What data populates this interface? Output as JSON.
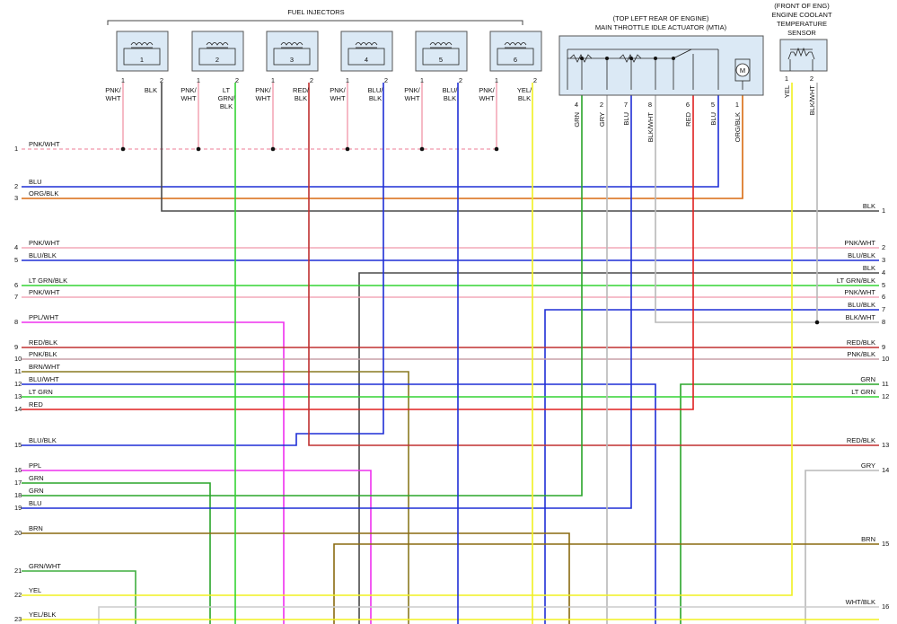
{
  "headers": {
    "fuel_injectors": "FUEL INJECTORS",
    "mtia_line1": "(TOP LEFT REAR OF ENGINE)",
    "mtia_line2": "MAIN THROTTLE IDLE ACTUATOR (MTIA)",
    "ect_line1": "(FRONT OF ENG)",
    "ect_line2": "ENGINE COOLANT",
    "ect_line3": "TEMPERATURE",
    "ect_line4": "SENSOR"
  },
  "injectors": [
    {
      "num": "1",
      "pin1": "1",
      "pin2": "2",
      "wire1": [
        "PNK/",
        "WHT"
      ],
      "wire2": [
        "BLK"
      ]
    },
    {
      "num": "2",
      "pin1": "1",
      "pin2": "2",
      "wire1": [
        "PNK/",
        "WHT"
      ],
      "wire2": [
        "LT",
        "GRN/",
        "BLK"
      ]
    },
    {
      "num": "3",
      "pin1": "1",
      "pin2": "2",
      "wire1": [
        "PNK/",
        "WHT"
      ],
      "wire2": [
        "RED/",
        "BLK"
      ]
    },
    {
      "num": "4",
      "pin1": "1",
      "pin2": "2",
      "wire1": [
        "PNK/",
        "WHT"
      ],
      "wire2": [
        "BLU/",
        "BLK"
      ]
    },
    {
      "num": "5",
      "pin1": "1",
      "pin2": "2",
      "wire1": [
        "PNK/",
        "WHT"
      ],
      "wire2": [
        "BLU/",
        "BLK"
      ]
    },
    {
      "num": "6",
      "pin1": "1",
      "pin2": "2",
      "wire1": [
        "PNK/",
        "WHT"
      ],
      "wire2": [
        "YEL/",
        "BLK"
      ]
    }
  ],
  "mtia_pins": [
    {
      "pin": "4",
      "wire": "GRN"
    },
    {
      "pin": "2",
      "wire": "GRY"
    },
    {
      "pin": "7",
      "wire": "BLU"
    },
    {
      "pin": "8",
      "wire": "BLK/WHT"
    },
    {
      "pin": "6",
      "wire": "RED"
    },
    {
      "pin": "5",
      "wire": "BLU"
    },
    {
      "pin": "1",
      "wire": "ORG/BLK"
    }
  ],
  "mtia_motor": "M",
  "ect_pins": [
    {
      "pin": "1",
      "wire": "YEL"
    },
    {
      "pin": "2",
      "wire": "BLK/WHT"
    }
  ],
  "left_pins": [
    {
      "num": "1",
      "label": "PNK/WHT"
    },
    {
      "num": "2",
      "label": "BLU"
    },
    {
      "num": "3",
      "label": "ORG/BLK"
    },
    {
      "num": "4",
      "label": "PNK/WHT"
    },
    {
      "num": "5",
      "label": "BLU/BLK"
    },
    {
      "num": "6",
      "label": "LT GRN/BLK"
    },
    {
      "num": "7",
      "label": "PNK/WHT"
    },
    {
      "num": "8",
      "label": "PPL/WHT"
    },
    {
      "num": "9",
      "label": "RED/BLK"
    },
    {
      "num": "10",
      "label": "PNK/BLK"
    },
    {
      "num": "11",
      "label": "BRN/WHT"
    },
    {
      "num": "12",
      "label": "BLU/WHT"
    },
    {
      "num": "13",
      "label": "LT GRN"
    },
    {
      "num": "14",
      "label": "RED"
    },
    {
      "num": "15",
      "label": "BLU/BLK"
    },
    {
      "num": "16",
      "label": "PPL"
    },
    {
      "num": "17",
      "label": "GRN"
    },
    {
      "num": "18",
      "label": "GRN"
    },
    {
      "num": "19",
      "label": "BLU"
    },
    {
      "num": "20",
      "label": "BRN"
    },
    {
      "num": "21",
      "label": "GRN/WHT"
    },
    {
      "num": "22",
      "label": "YEL"
    },
    {
      "num": "23",
      "label": "YEL/BLK"
    }
  ],
  "right_pins": [
    {
      "num": "1",
      "label": "BLK"
    },
    {
      "num": "2",
      "label": "PNK/WHT"
    },
    {
      "num": "3",
      "label": "BLU/BLK"
    },
    {
      "num": "4",
      "label": "BLK"
    },
    {
      "num": "5",
      "label": "LT GRN/BLK"
    },
    {
      "num": "6",
      "label": "PNK/WHT"
    },
    {
      "num": "7",
      "label": "BLU/BLK"
    },
    {
      "num": "8",
      "label": "BLK/WHT"
    },
    {
      "num": "9",
      "label": "RED/BLK"
    },
    {
      "num": "10",
      "label": "PNK/BLK"
    },
    {
      "num": "11",
      "label": "GRN"
    },
    {
      "num": "12",
      "label": "LT GRN"
    },
    {
      "num": "13",
      "label": "RED/BLK"
    },
    {
      "num": "14",
      "label": "GRY"
    },
    {
      "num": "15",
      "label": "BRN"
    },
    {
      "num": "16",
      "label": "WHT/BLK"
    }
  ],
  "wire_colors": {
    "pnk": "#f4a9b8",
    "blu": "#1f2fd6",
    "org": "#d86a10",
    "blk": "#4a4a4a",
    "ltgrn": "#33d433",
    "grn": "#2aa52a",
    "ppl": "#ee30ee",
    "red": "#e02020",
    "redblk": "#c03030",
    "brnwht": "#8a7a20",
    "brn": "#8a6a10",
    "yel": "#f0f020",
    "gry": "#b8b8b8",
    "grnwht": "#3fae3f",
    "box": "#dbe9f5"
  }
}
